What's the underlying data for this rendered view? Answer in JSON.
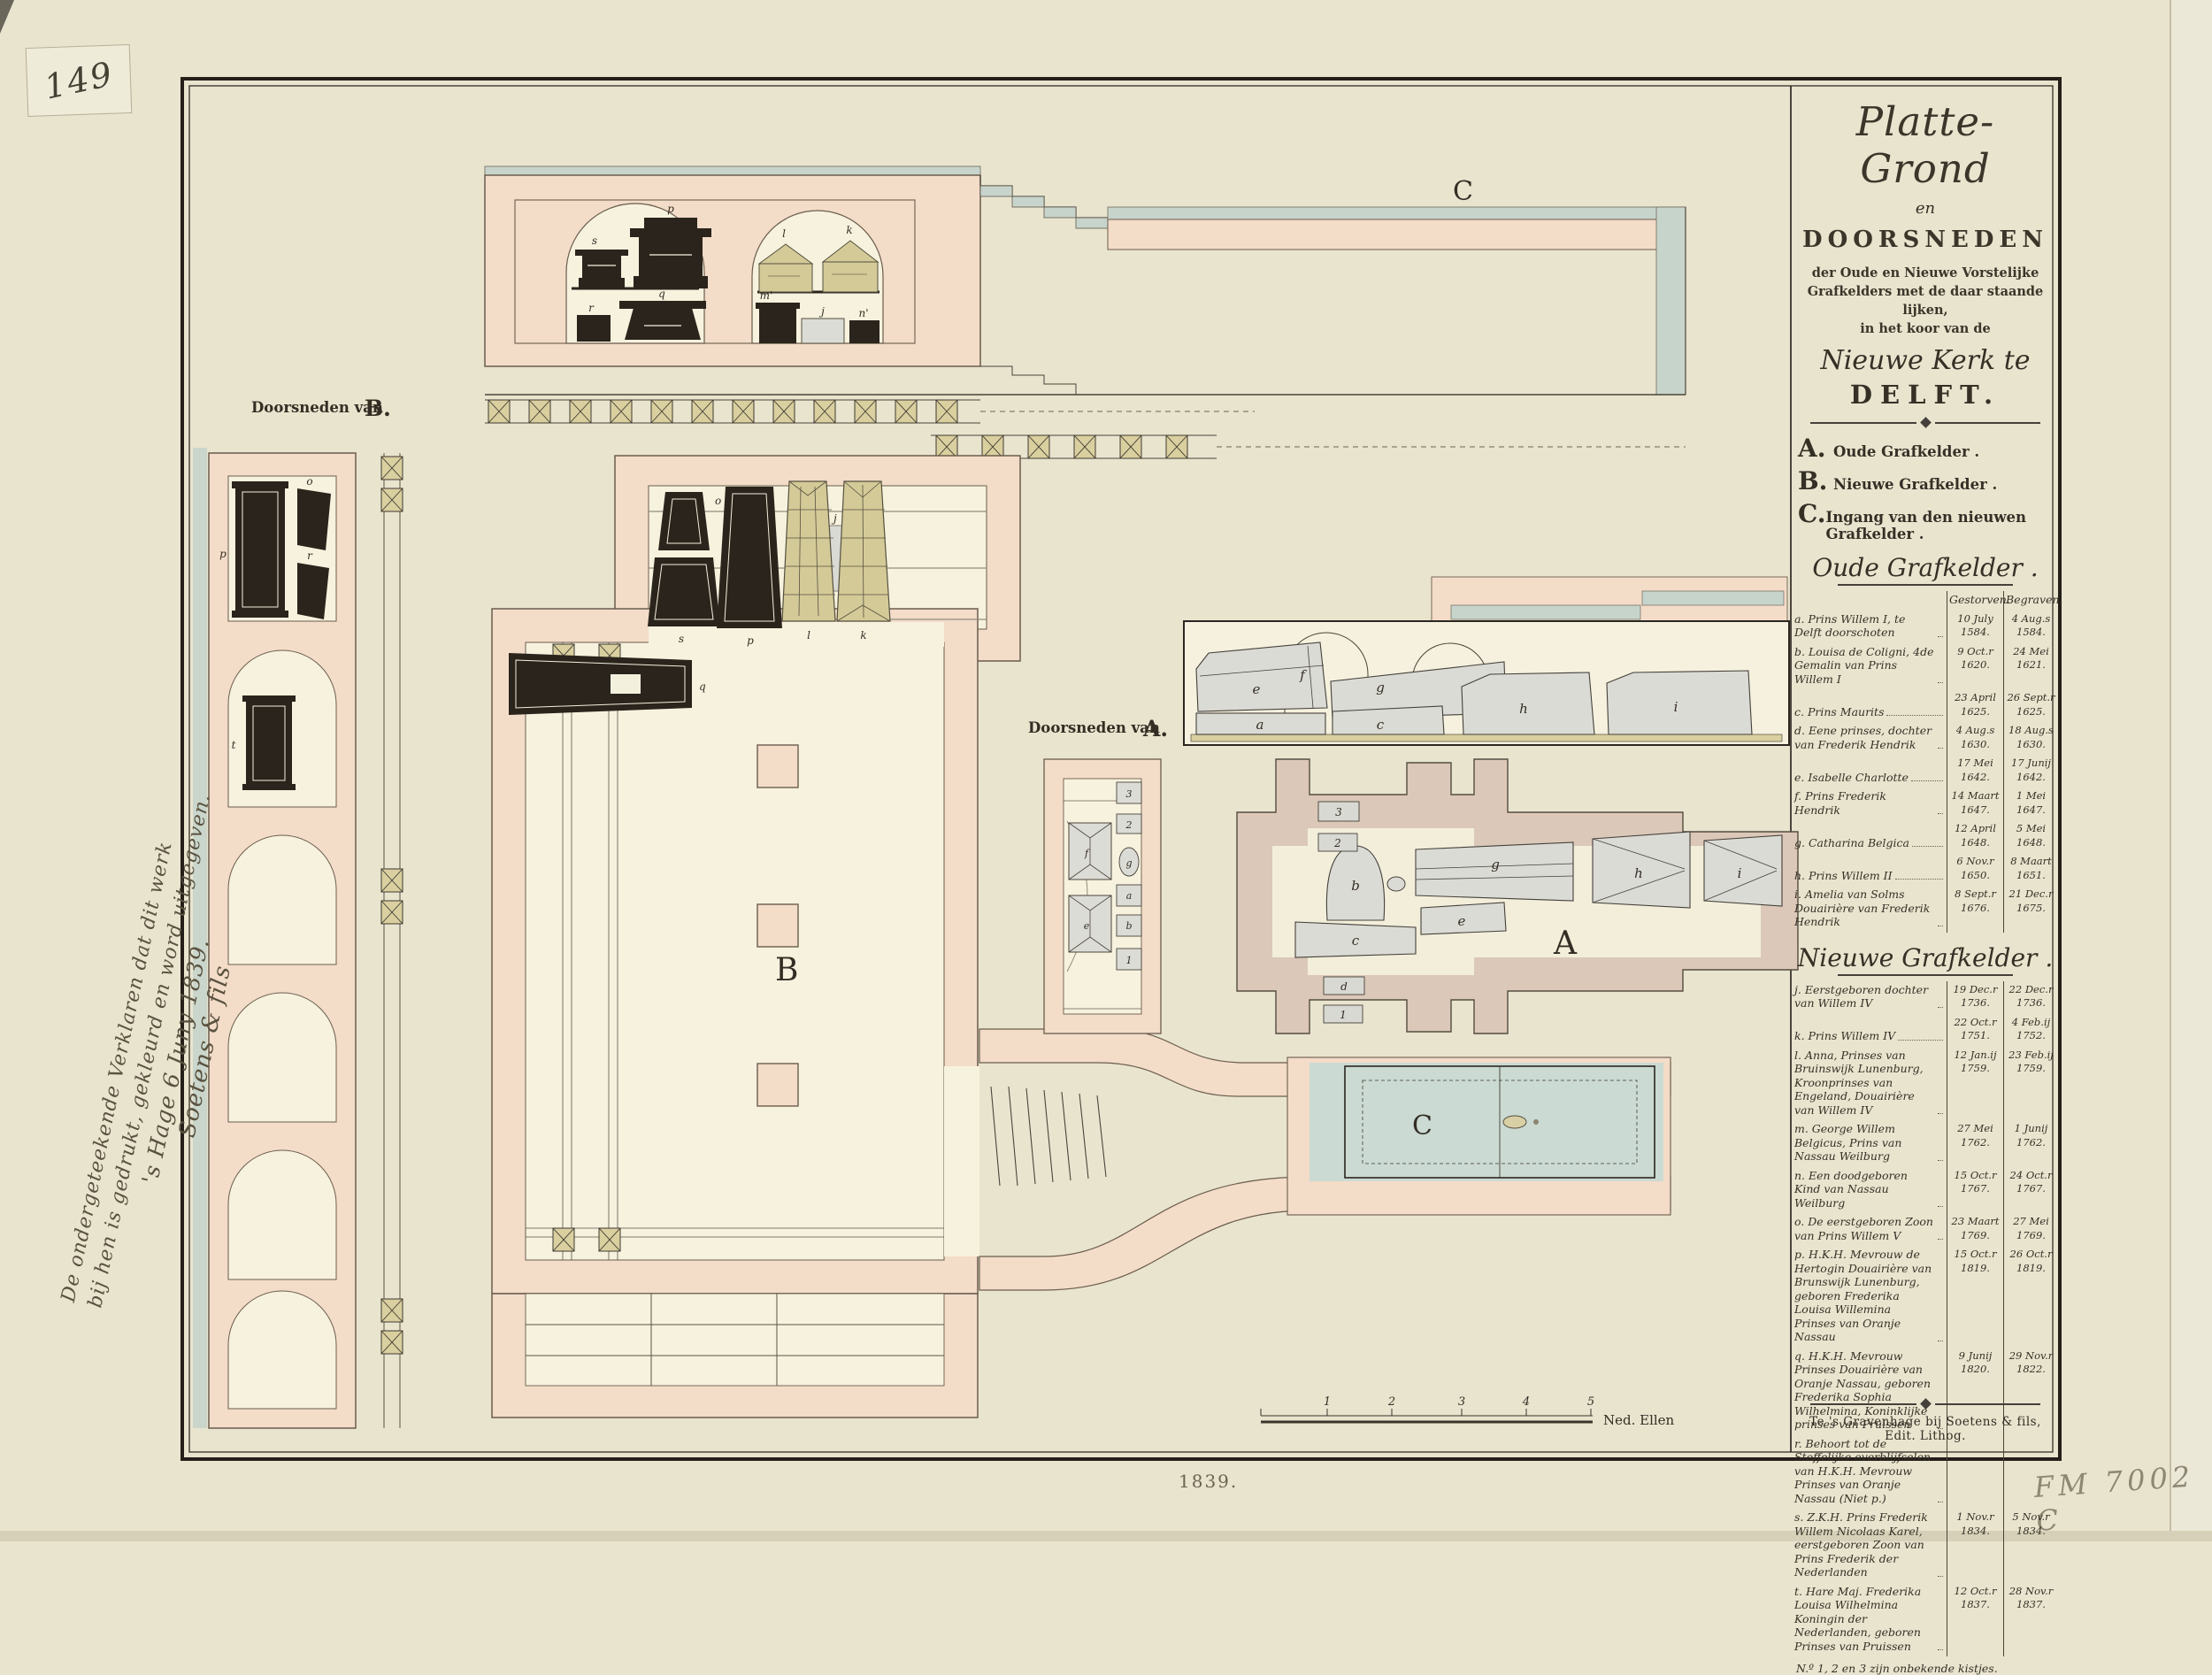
{
  "colors": {
    "paper": "#ebe6d1",
    "wall_pink": "#f3dcc8",
    "wall_dark_pink": "#dcc8b8",
    "stone_blue": "#c7d4cc",
    "slab_blue": "#cbdad2",
    "beam_tan": "#d9cf9f",
    "coffin_dark": "#2a241c",
    "coffin_gray": "#dbdbd5",
    "coffin_tan": "#d4ca98",
    "ink": "#3a342b"
  },
  "stamp": "149",
  "inventory_number": "FM 7002 C",
  "handwriting": {
    "line1": "De ondergeteekende Verklaren dat dit werk",
    "line2": "bij hen is gedrukt, gekleurd en word uitgegeven.",
    "line3": "'s Hage 6 Juny 1839.",
    "line4": "Soetens & fils"
  },
  "panel": {
    "title1": "Platte-Grond",
    "title2": "en",
    "title3": "DOORSNEDEN",
    "sub1": "der Oude en Nieuwe Vorstelijke",
    "sub2": "Grafkelders met de daar staande lijken,",
    "sub3": "in het koor van de",
    "title4": "Nieuwe Kerk te",
    "title5": "DELFT.",
    "legend": [
      {
        "key": "A.",
        "text": "Oude Grafkelder ."
      },
      {
        "key": "B.",
        "text": "Nieuwe Grafkelder ."
      },
      {
        "key": "C.",
        "text": "Ingang van den nieuwen Grafkelder ."
      }
    ],
    "oude": {
      "heading": "Oude Grafkelder .",
      "col_died": "Gestorven.",
      "col_buried": "Begraven.",
      "rows": [
        {
          "label": "a. Prins Willem I, te Delft doorschoten",
          "died": "10 July 1584.",
          "buried": "4 Aug.s 1584."
        },
        {
          "label": "b. Louisa de Coligni, 4de Gemalin van Prins Willem I",
          "died": "9 Oct.r 1620.",
          "buried": "24 Mei 1621."
        },
        {
          "label": "c. Prins Maurits",
          "died": "23 April 1625.",
          "buried": "26 Sept.r 1625."
        },
        {
          "label": "d. Eene prinses, dochter van Frederik Hendrik",
          "died": "4 Aug.s 1630.",
          "buried": "18 Aug.s 1630."
        },
        {
          "label": "e. Isabelle Charlotte",
          "died": "17 Mei 1642.",
          "buried": "17 Junij 1642."
        },
        {
          "label": "f. Prins Frederik Hendrik",
          "died": "14 Maart 1647.",
          "buried": "1 Mei 1647."
        },
        {
          "label": "g. Catharina Belgica",
          "died": "12 April 1648.",
          "buried": "5 Mei 1648."
        },
        {
          "label": "h. Prins Willem II",
          "died": "6 Nov.r 1650.",
          "buried": "8 Maart 1651."
        },
        {
          "label": "i. Amelia van Solms Douairière van Frederik Hendrik",
          "died": "8 Sept.r 1676.",
          "buried": "21 Dec.r 1675."
        }
      ]
    },
    "nieuwe": {
      "heading": "Nieuwe Grafkelder .",
      "rows": [
        {
          "label": "j. Eerstgeboren dochter van Willem IV",
          "died": "19 Dec.r 1736.",
          "buried": "22 Dec.r 1736."
        },
        {
          "label": "k. Prins Willem IV",
          "died": "22 Oct.r 1751.",
          "buried": "4 Feb.ij 1752."
        },
        {
          "label": "l. Anna, Prinses van Bruinswijk Lunenburg, Kroonprinses van Engeland, Douairière van Willem IV",
          "died": "12 Jan.ij 1759.",
          "buried": "23 Feb.ij 1759."
        },
        {
          "label": "m. George Willem Belgicus, Prins van Nassau Weilburg",
          "died": "27 Mei 1762.",
          "buried": "1 Junij 1762."
        },
        {
          "label": "n. Een doodgeboren Kind van Nassau Weilburg",
          "died": "15 Oct.r 1767.",
          "buried": "24 Oct.r 1767."
        },
        {
          "label": "o. De eerstgeboren Zoon van Prins Willem V",
          "died": "23 Maart 1769.",
          "buried": "27 Mei 1769."
        },
        {
          "label": "p. H.K.H. Mevrouw de Hertogin Douairière van Brunswijk Lunenburg, geboren Frederika Louisa Willemina Prinses van Oranje Nassau",
          "died": "15 Oct.r 1819.",
          "buried": "26 Oct.r 1819."
        },
        {
          "label": "q. H.K.H. Mevrouw Prinses Douairière van Oranje Nassau, geboren Frederika Sophia Wilhelmina, Koninklijke prinses van Pruissen",
          "died": "9 Junij 1820.",
          "buried": "29 Nov.r 1822."
        },
        {
          "label": "r. Behoort tot de Stoffelijke overblijfselen van H.K.H. Mevrouw Prinses van Oranje Nassau (Niet p.)",
          "died": "",
          "buried": ""
        },
        {
          "label": "s. Z.K.H. Prins Frederik Willem Nicolaas Karel, eerstgeboren Zoon van Prins Frederik der Nederlanden",
          "died": "1 Nov.r 1834.",
          "buried": "5 Nov.r 1834."
        },
        {
          "label": "t. Hare Maj. Frederika Louisa Wilhelmina Koningin der Nederlanden, geboren Prinses van Pruissen",
          "died": "12 Oct.r 1837.",
          "buried": "28 Nov.r 1837."
        }
      ],
      "note": "N.º 1, 2 en 3 zijn onbekende kistjes."
    },
    "imprint": "Te 's Gravenhage bij Soetens & fils, Edit. Lithog."
  },
  "drawing": {
    "corridor_letter": "C",
    "sec_b_label": "Doorsneden van",
    "sec_b_letter": "B.",
    "sec_a_label": "Doorsneden van",
    "sec_a_letter": "A.",
    "plan_b_letter": "B",
    "plan_a_letter": "A",
    "entrance_letter": "C",
    "year": "1839.",
    "scale_unit": "Ned. Ellen",
    "scale_ticks": [
      "1",
      "2",
      "3",
      "4",
      "5"
    ],
    "items": {
      "ts_s": "s",
      "ts_p": "p",
      "ts_q": "q",
      "ts_r": "r",
      "ts_l": "l",
      "ts_k": "k",
      "ts_m": "m'",
      "ts_j": "j",
      "ts_n": "n'",
      "lv_p": "p",
      "lv_o": "o",
      "lv_r": "r",
      "lv_t": "t",
      "pb_o": "o",
      "pb_s": "s",
      "pb_p": "p",
      "pb_l": "l",
      "pb_k": "k",
      "pb_j": "j",
      "pb_q": "q",
      "sa_e": "e",
      "sa_f": "f",
      "sa_a": "a",
      "sa_g": "g",
      "sa_c": "c",
      "sa_h": "h",
      "sa_i": "i",
      "pa_b": "b",
      "pa_c": "c",
      "pa_e": "e",
      "pa_g": "g",
      "pa_h": "h",
      "pa_i": "i",
      "pa_3": "3",
      "pa_2": "2",
      "pa_d": "d",
      "pa_1": "1",
      "an_f": "f",
      "an_e": "e",
      "an_3": "3",
      "an_2": "2",
      "an_g": "g",
      "an_a": "a",
      "an_b": "b",
      "an_1": "1"
    }
  }
}
